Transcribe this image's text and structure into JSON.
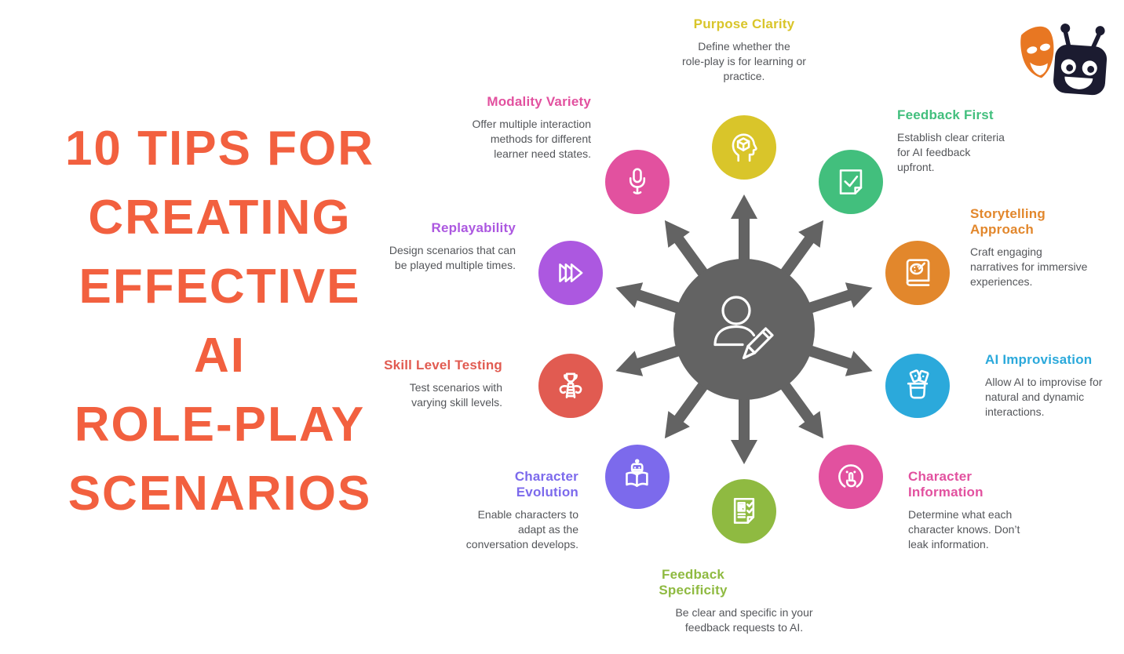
{
  "title": {
    "lines": [
      "10 TIPS FOR",
      "CREATING",
      "EFFECTIVE",
      "AI",
      "ROLE-PLAY",
      "SCENARIOS"
    ],
    "color": "#F2603F"
  },
  "hub": {
    "color": "#636363",
    "icon": "person-writing-icon",
    "icon_color": "#ffffff"
  },
  "logo": {
    "name": "mask-and-robot-logo",
    "mask_color": "#E87722",
    "robot_color": "#1B1B30"
  },
  "tips": [
    {
      "id": "purpose-clarity",
      "title": "Purpose Clarity",
      "description": "Define whether the role-play is for learning or practice.",
      "color": "#D9C52A",
      "icon": "head-cube-icon"
    },
    {
      "id": "feedback-first",
      "title": "Feedback First",
      "description": "Establish clear criteria for AI feedback upfront.",
      "color": "#42BF7D",
      "icon": "note-check-icon"
    },
    {
      "id": "storytelling-approach",
      "title": "Storytelling Approach",
      "description": "Craft engaging narratives for immersive experiences.",
      "color": "#E2872C",
      "icon": "storybook-palette-icon"
    },
    {
      "id": "ai-improvisation",
      "title": "AI Improvisation",
      "description": "Allow AI to improvise for natural and dynamic interactions.",
      "color": "#2BA9DB",
      "icon": "magic-hat-cards-icon"
    },
    {
      "id": "character-information",
      "title": "Character Information",
      "description": "Determine what each character knows. Don’t leak information.",
      "color": "#E2519F",
      "icon": "shush-face-icon"
    },
    {
      "id": "feedback-specificity",
      "title": "Feedback Specificity",
      "description": "Be clear and specific in your feedback requests to AI.",
      "color": "#8FBA41",
      "icon": "checklist-document-icon"
    },
    {
      "id": "character-evolution",
      "title": "Character Evolution",
      "description": "Enable characters to adapt as the conversation develops.",
      "color": "#7C6AEC",
      "icon": "robot-book-icon"
    },
    {
      "id": "skill-level-testing",
      "title": "Skill Level Testing",
      "description": "Test scenarios with varying skill levels.",
      "color": "#E15B51",
      "icon": "ladder-trophy-icon"
    },
    {
      "id": "replayability",
      "title": "Replayability",
      "description": "Design scenarios that can be played multiple times.",
      "color": "#AC58E0",
      "icon": "fast-forward-icon"
    },
    {
      "id": "modality-variety",
      "title": "Modality Variety",
      "description": "Offer multiple interaction methods for different learner need states.",
      "color": "#E2519F",
      "icon": "microphone-icon"
    }
  ]
}
